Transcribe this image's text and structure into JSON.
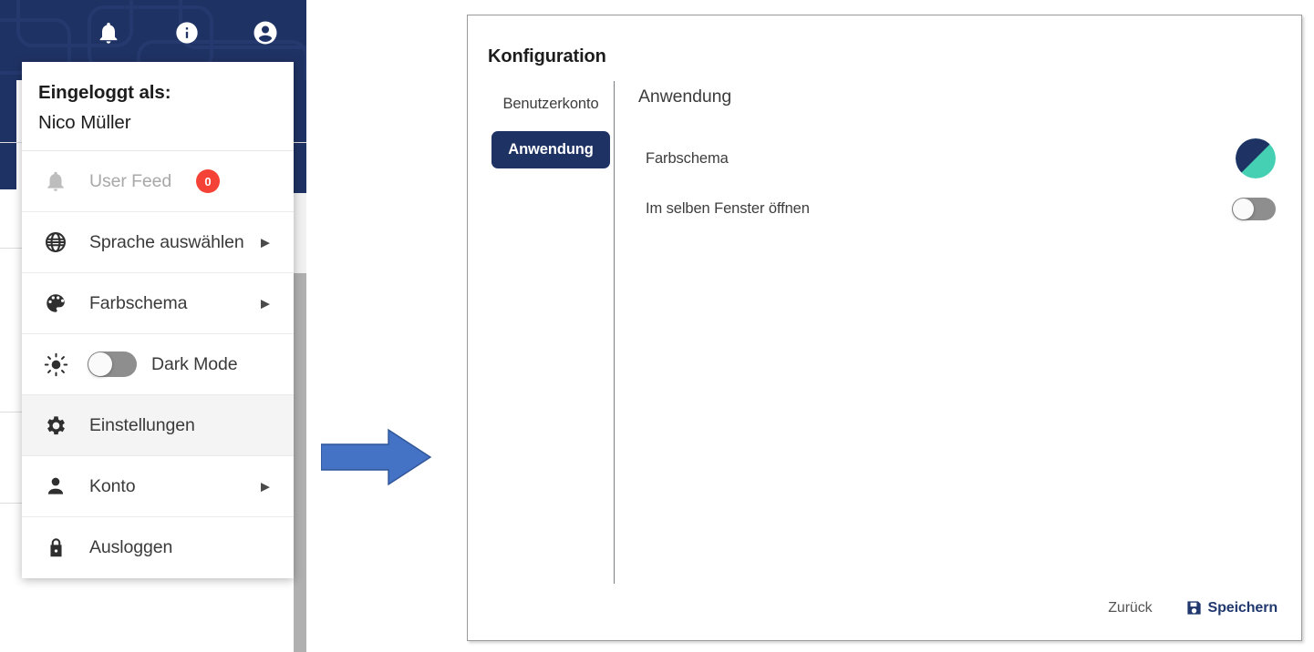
{
  "app_header": {
    "icons": [
      {
        "name": "notifications-bell-icon",
        "label": "Benachrichtigungen"
      },
      {
        "name": "info-icon",
        "label": "Information"
      },
      {
        "name": "account-circle-icon",
        "label": "Konto"
      }
    ],
    "background_color": "#1f3264"
  },
  "user_menu": {
    "logged_in_as_label": "Eingeloggt als:",
    "user_name": "Nico Müller",
    "items": [
      {
        "id": "user-feed",
        "icon": "bell-icon",
        "label": "User Feed",
        "badge": "0",
        "badge_color": "#f44336",
        "disabled": true,
        "has_submenu": false,
        "has_switch": false
      },
      {
        "id": "sprache-auswaehlen",
        "icon": "globe-icon",
        "label": "Sprache auswählen",
        "disabled": false,
        "has_submenu": true,
        "has_switch": false
      },
      {
        "id": "farbschema",
        "icon": "palette-icon",
        "label": "Farbschema",
        "disabled": false,
        "has_submenu": true,
        "has_switch": false
      },
      {
        "id": "dark-mode",
        "icon": "sun-icon",
        "label": "Dark Mode",
        "disabled": false,
        "has_submenu": false,
        "has_switch": true,
        "switch_on": false
      },
      {
        "id": "einstellungen",
        "icon": "gear-icon",
        "label": "Einstellungen",
        "disabled": false,
        "has_submenu": false,
        "has_switch": false,
        "highlighted": true
      },
      {
        "id": "konto",
        "icon": "person-icon",
        "label": "Konto",
        "disabled": false,
        "has_submenu": true,
        "has_switch": false
      },
      {
        "id": "ausloggen",
        "icon": "lock-icon",
        "label": "Ausloggen",
        "disabled": false,
        "has_submenu": false,
        "has_switch": false
      }
    ]
  },
  "flow_arrow": {
    "name": "flow-arrow-right",
    "color": "#4472c4",
    "direction": "right"
  },
  "config_panel": {
    "title": "Konfiguration",
    "tabs": [
      {
        "id": "benutzerkonto",
        "label": "Benutzerkonto",
        "active": false
      },
      {
        "id": "anwendung",
        "label": "Anwendung",
        "active": true
      }
    ],
    "section_title": "Anwendung",
    "settings": [
      {
        "id": "farbschema",
        "label": "Farbschema",
        "control": "color-swatch",
        "colors": {
          "primary": "#1f3264",
          "secondary": "#45d0b4"
        }
      },
      {
        "id": "im-selben-fenster-oeffnen",
        "label": "Im selben Fenster öffnen",
        "control": "toggle",
        "value": false
      }
    ],
    "footer": {
      "back_label": "Zurück",
      "save_label": "Speichern",
      "save_icon": "save-floppy-icon",
      "save_color": "#20386e"
    }
  }
}
